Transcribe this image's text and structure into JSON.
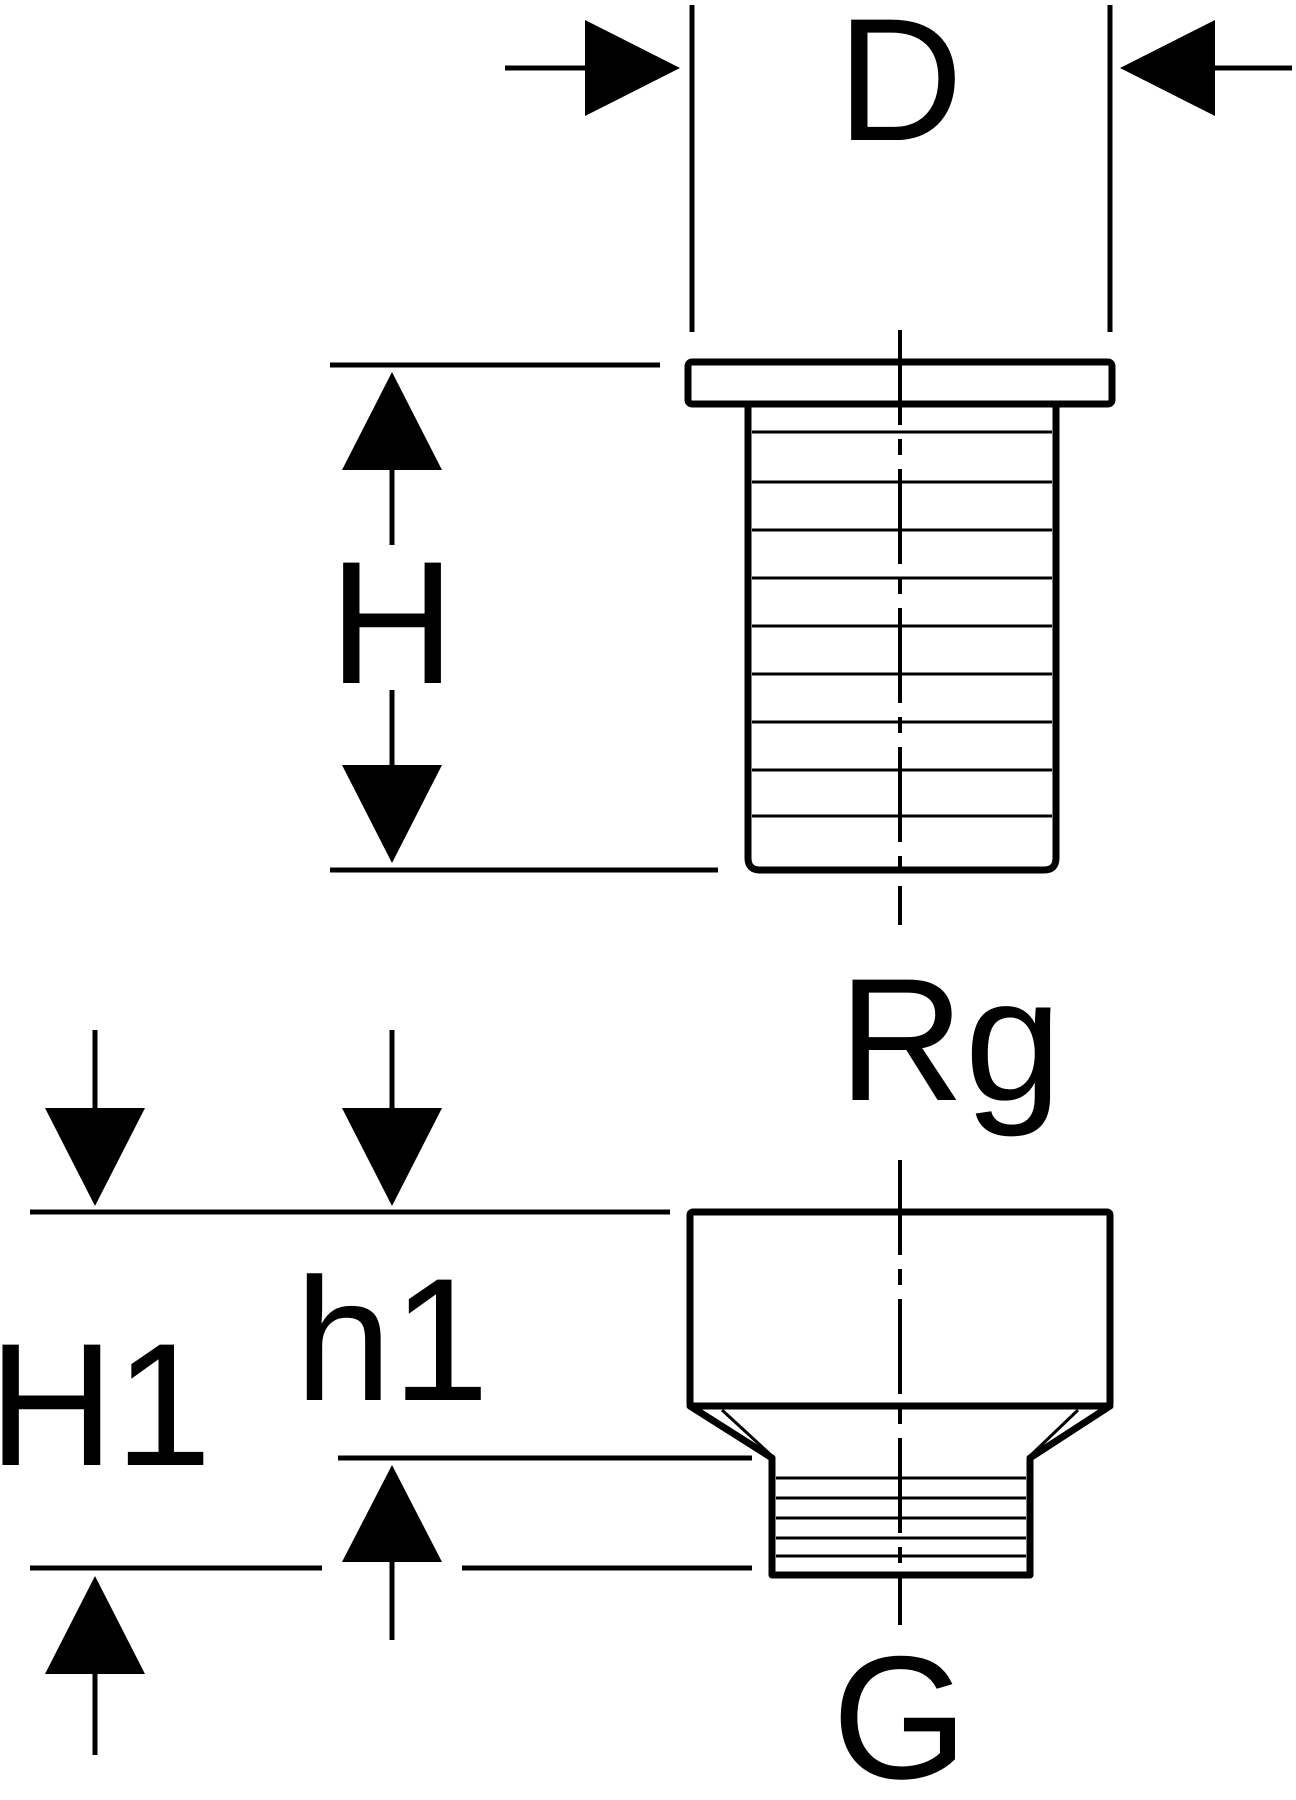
{
  "labels": {
    "d": "D",
    "h": "H",
    "rg": "Rg",
    "h1_upper": "H1",
    "h1_lower": "h1",
    "g": "G"
  },
  "colors": {
    "line": "#000000",
    "background": "#ffffff"
  }
}
